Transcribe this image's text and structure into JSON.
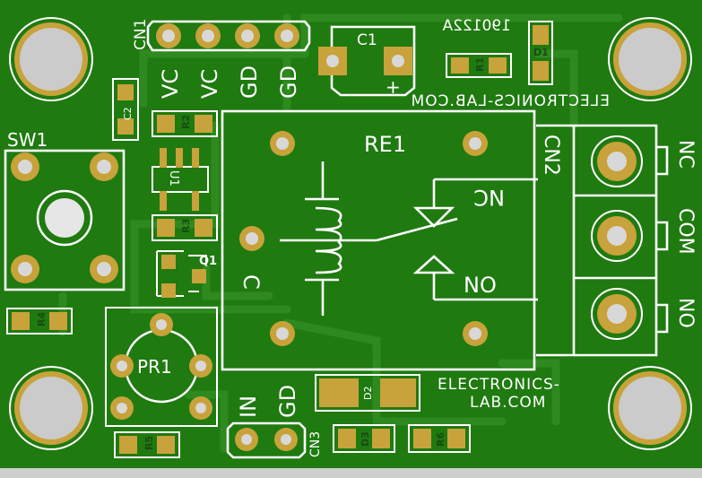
{
  "board": {
    "colors": {
      "board": "#1f7a10",
      "trace": "#2e8a1e",
      "pad": "#c8a23a",
      "hole": "#dcdcdc",
      "silk": "#ffffff",
      "mount": "#c8c8c8"
    },
    "version": "190122A",
    "brand_top": "ELECTRONICS-LAB.COM",
    "brand_bottom_line1": "ELECTRONICS-",
    "brand_bottom_line2": "LAB.COM"
  },
  "refs": {
    "cn1": "CN1",
    "c1": "C1",
    "c1_plus": "+",
    "c2": "C2",
    "r1": "R1",
    "r2": "R2",
    "r3": "R3",
    "r4": "R4",
    "r5": "R5",
    "r6": "R6",
    "d1": "D1",
    "d2": "D2",
    "d3": "D3",
    "u1": "U1",
    "q1": "Q1",
    "sw1": "SW1",
    "pr1": "PR1",
    "re1": "RE1",
    "cn2": "CN2",
    "cn3": "CN3"
  },
  "cn1_pins": [
    "VC",
    "VC",
    "GD",
    "GD"
  ],
  "cn3_pins": [
    "IN",
    "GD"
  ],
  "cn2_pins": [
    "NC",
    "COM",
    "NO"
  ],
  "relay_contacts": {
    "nc": "NC",
    "no": "NO",
    "coil": "C"
  }
}
